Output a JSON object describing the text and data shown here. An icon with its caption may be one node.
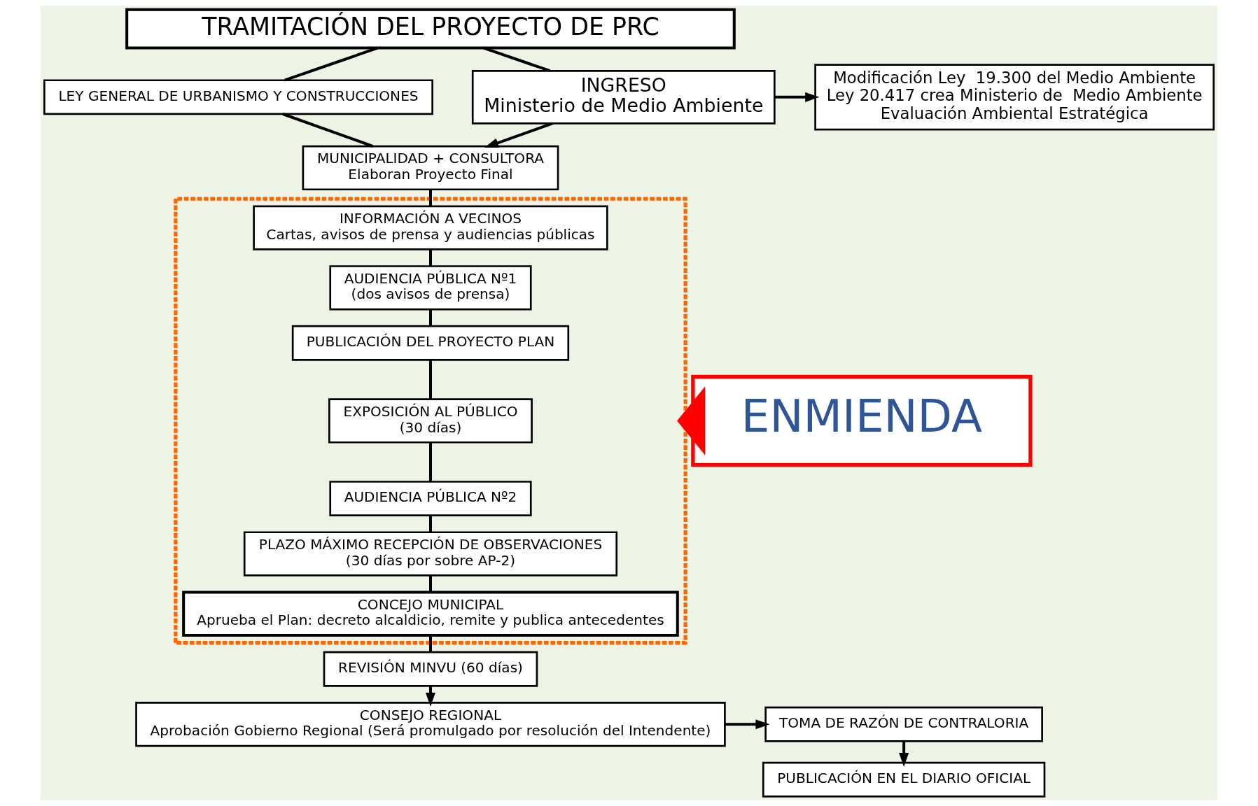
{
  "diagram": {
    "nodes": [
      {
        "text": [
          "TRAMITACIÓN DEL PROYECTO DE PRC"
        ]
      },
      {
        "text": [
          "LEY GENERAL DE URBANISMO Y CONSTRUCCIONES"
        ]
      },
      {
        "text": [
          "MUNICIPALIDAD + CONSULTORA",
          "Elaboran Proyecto Final"
        ]
      },
      {
        "text": [
          "INGRESO",
          "Ministerio de Medio Ambiente"
        ]
      },
      {
        "text": [
          "Modificación Ley  19.300 del Medio Ambiente",
          "Ley 20.417 crea Ministerio de  Medio Ambiente",
          "Evaluación Ambiental Estratégica"
        ]
      },
      {
        "text": [],
        "shape": "box"
      },
      {
        "text": [
          "INFORMACIÓN A VECINOS",
          "Cartas, avisos de prensa y audiencias públicas"
        ],
        "in": 5
      },
      {
        "text": [
          "AUDIENCIA PÚBLICA Nº1",
          "(dos avisos de prensa)"
        ],
        "in": 5
      },
      {
        "text": [
          "PUBLICACIÓN DEL PROYECTO PLAN"
        ],
        "in": 5
      },
      {
        "text": [
          "EXPOSICIÓN AL PÚBLICO",
          "(30 días)"
        ],
        "in": 5
      },
      {
        "text": [
          "AUDIENCIA PÚBLICA Nº2"
        ],
        "in": 5
      },
      {
        "text": [
          "PLAZO MÁXIMO RECEPCIÓN DE OBSERVACIONES",
          "(30 días por sobre AP-2)"
        ],
        "in": 5
      },
      {
        "text": [
          "CONCEJO MUNICIPAL",
          "Aprueba el Plan: decreto alcaldicio, remite y publica antecedentes"
        ],
        "in": 5
      },
      {
        "text": [
          "ENMIENDA"
        ]
      },
      {
        "text": [
          "REVISIÓN MINVU (60 días)"
        ]
      },
      {
        "text": [
          "CONSEJO REGIONAL",
          "Aprobación Gobierno Regional (Será promulgado por resolución del Intendente)"
        ]
      },
      {
        "text": [
          "TOMA DE RAZÓN DE CONTRALORIA"
        ]
      },
      {
        "text": [
          "PUBLICACIÓN EN EL DIARIO OFICIAL"
        ]
      }
    ],
    "edges": [
      {
        "from": 0,
        "to": 1,
        "arrow": "none"
      },
      {
        "from": 0,
        "to": 3,
        "arrow": "none"
      },
      {
        "from": 1,
        "to": 2,
        "arrow": "none"
      },
      {
        "from": 3,
        "to": 2,
        "arrow": "to"
      },
      {
        "from": 3,
        "to": 4,
        "arrow": "to"
      },
      {
        "from": 2,
        "to": 6,
        "arrow": "none"
      },
      {
        "from": 6,
        "to": 7,
        "arrow": "none"
      },
      {
        "from": 7,
        "to": 8,
        "arrow": "none"
      },
      {
        "from": 8,
        "to": 9,
        "arrow": "none"
      },
      {
        "from": 9,
        "to": 10,
        "arrow": "none"
      },
      {
        "from": 10,
        "to": 11,
        "arrow": "none"
      },
      {
        "from": 11,
        "to": 12,
        "arrow": "none"
      },
      {
        "from": 13,
        "to": 5,
        "arrow": "to",
        "style": "thick",
        "color": "#ff0000"
      },
      {
        "from": 12,
        "to": 14,
        "arrow": "none"
      },
      {
        "from": 14,
        "to": 15,
        "arrow": "to"
      },
      {
        "from": 15,
        "to": 16,
        "arrow": "to"
      },
      {
        "from": 16,
        "to": 17,
        "arrow": "to"
      }
    ]
  }
}
